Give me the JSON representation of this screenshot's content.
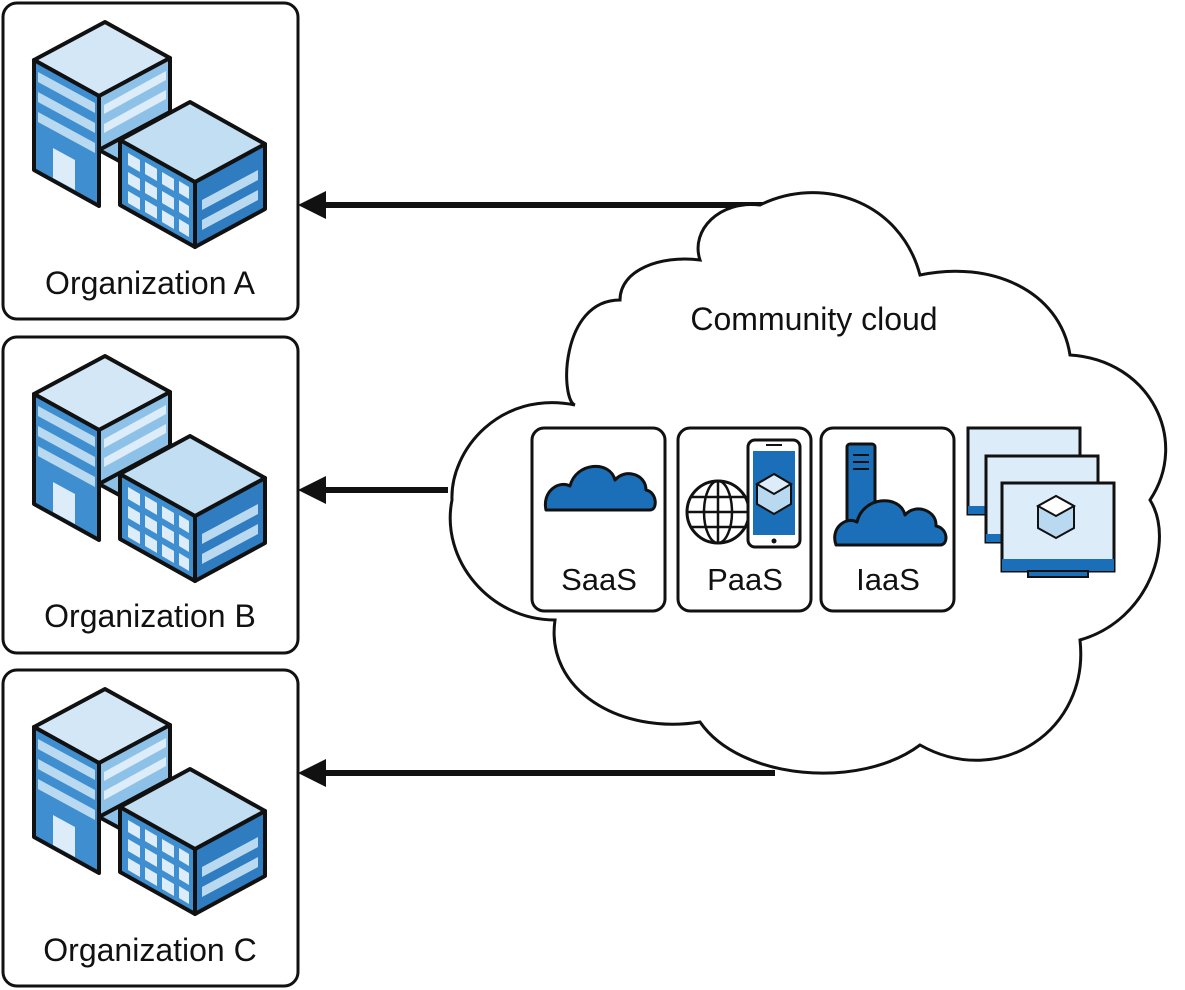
{
  "organizations": [
    {
      "label": "Organization A"
    },
    {
      "label": "Organization B"
    },
    {
      "label": "Organization C"
    }
  ],
  "cloud": {
    "title": "Community cloud",
    "services": [
      {
        "label": "SaaS",
        "icon": "cloud-icon"
      },
      {
        "label": "PaaS",
        "icon": "globe-phone-icon"
      },
      {
        "label": "IaaS",
        "icon": "server-cloud-icon"
      }
    ],
    "extra_icon": "virtual-desktops-icon"
  },
  "colors": {
    "outline": "#111111",
    "blue_dark": "#1a6fb8",
    "blue_mid": "#3f8fd0",
    "blue_light": "#b9d9f1",
    "blue_pale": "#dcecf8"
  }
}
